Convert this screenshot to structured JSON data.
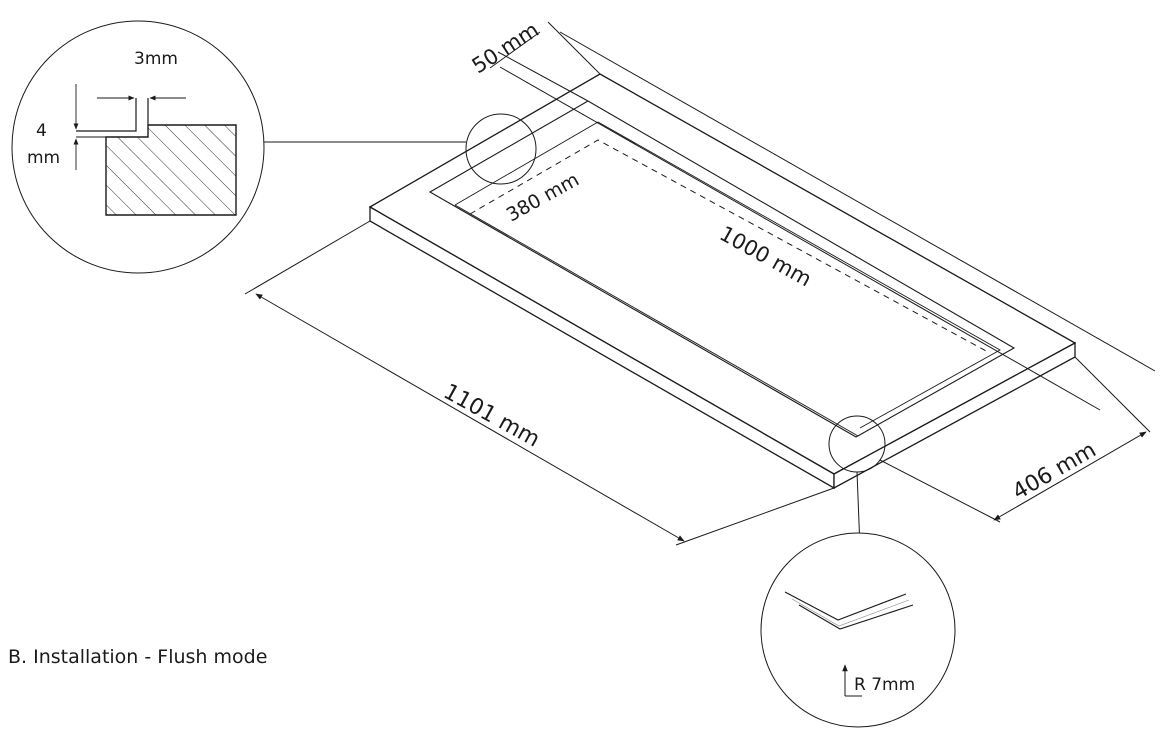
{
  "dimensions": {
    "rim_width": "50 mm",
    "inner_width": "380 mm",
    "inner_length": "1000 mm",
    "outer_length": "1101 mm",
    "outer_width": "406 mm"
  },
  "details": {
    "gap": "3mm",
    "depth_value": "4",
    "depth_unit": "mm",
    "radius": "R 7mm"
  },
  "caption": "B. Installation - Flush mode",
  "colors": {
    "line": "#1a1a1a",
    "hatch": "#333333",
    "thin": "#555555"
  }
}
